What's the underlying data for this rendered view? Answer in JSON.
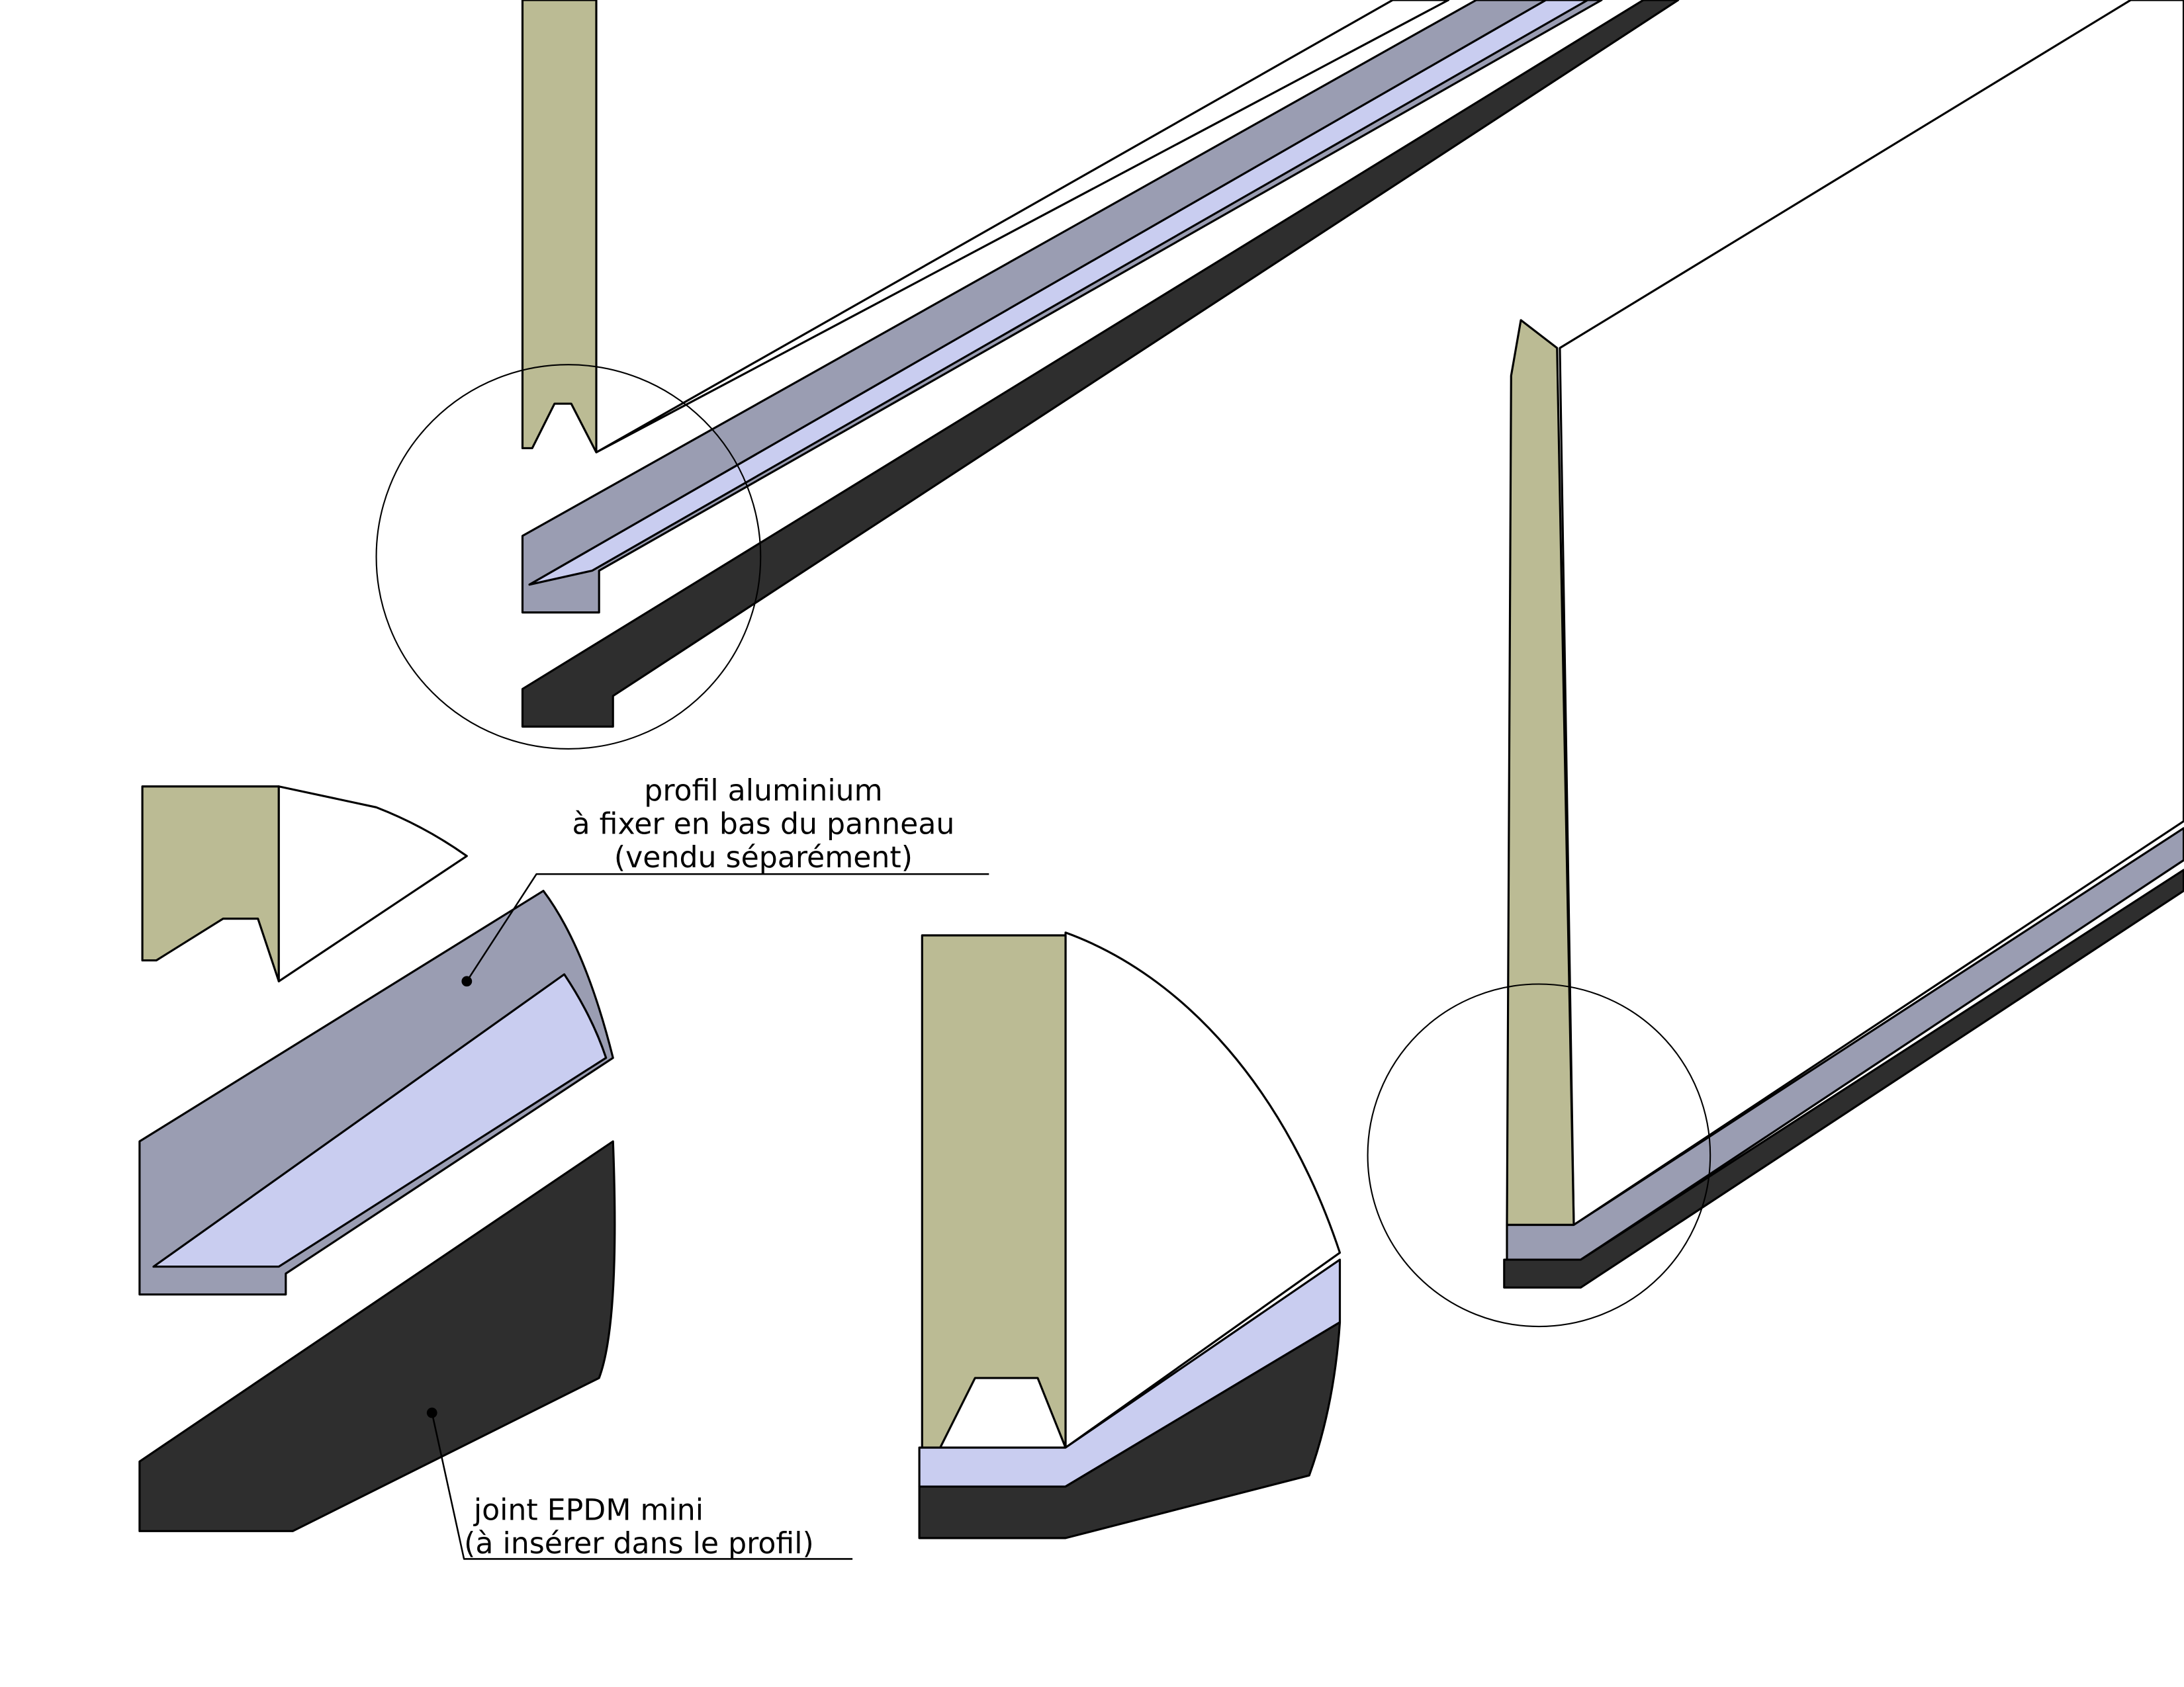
{
  "labels": {
    "profile": {
      "line1": "profil aluminium",
      "line2": "à fixer en bas du panneau",
      "line3": "(vendu séparément)"
    },
    "seal": {
      "line1": "joint EPDM mini",
      "line2": "(à insérer dans le profil)"
    }
  },
  "colors": {
    "panel_core": "#bbbb94",
    "aluminium_dark": "#9a9db2",
    "aluminium_light": "#c9cdf0",
    "epdm": "#2e2e2e"
  }
}
